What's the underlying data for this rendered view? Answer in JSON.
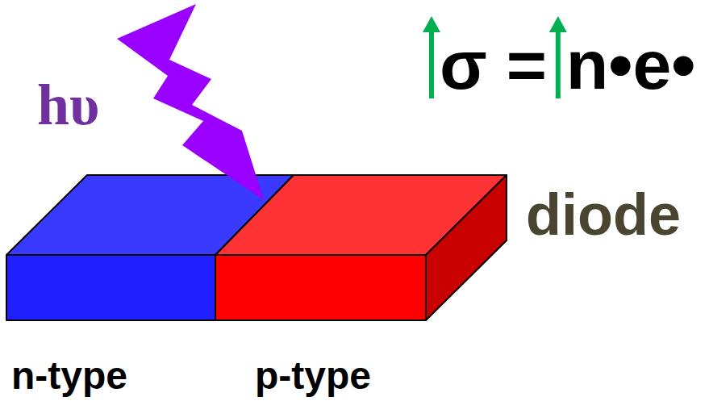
{
  "diagram": {
    "labels": [
      "hυ",
      "σ = n•e•",
      "diode",
      "n-type",
      "p-type"
    ]
  }
}
